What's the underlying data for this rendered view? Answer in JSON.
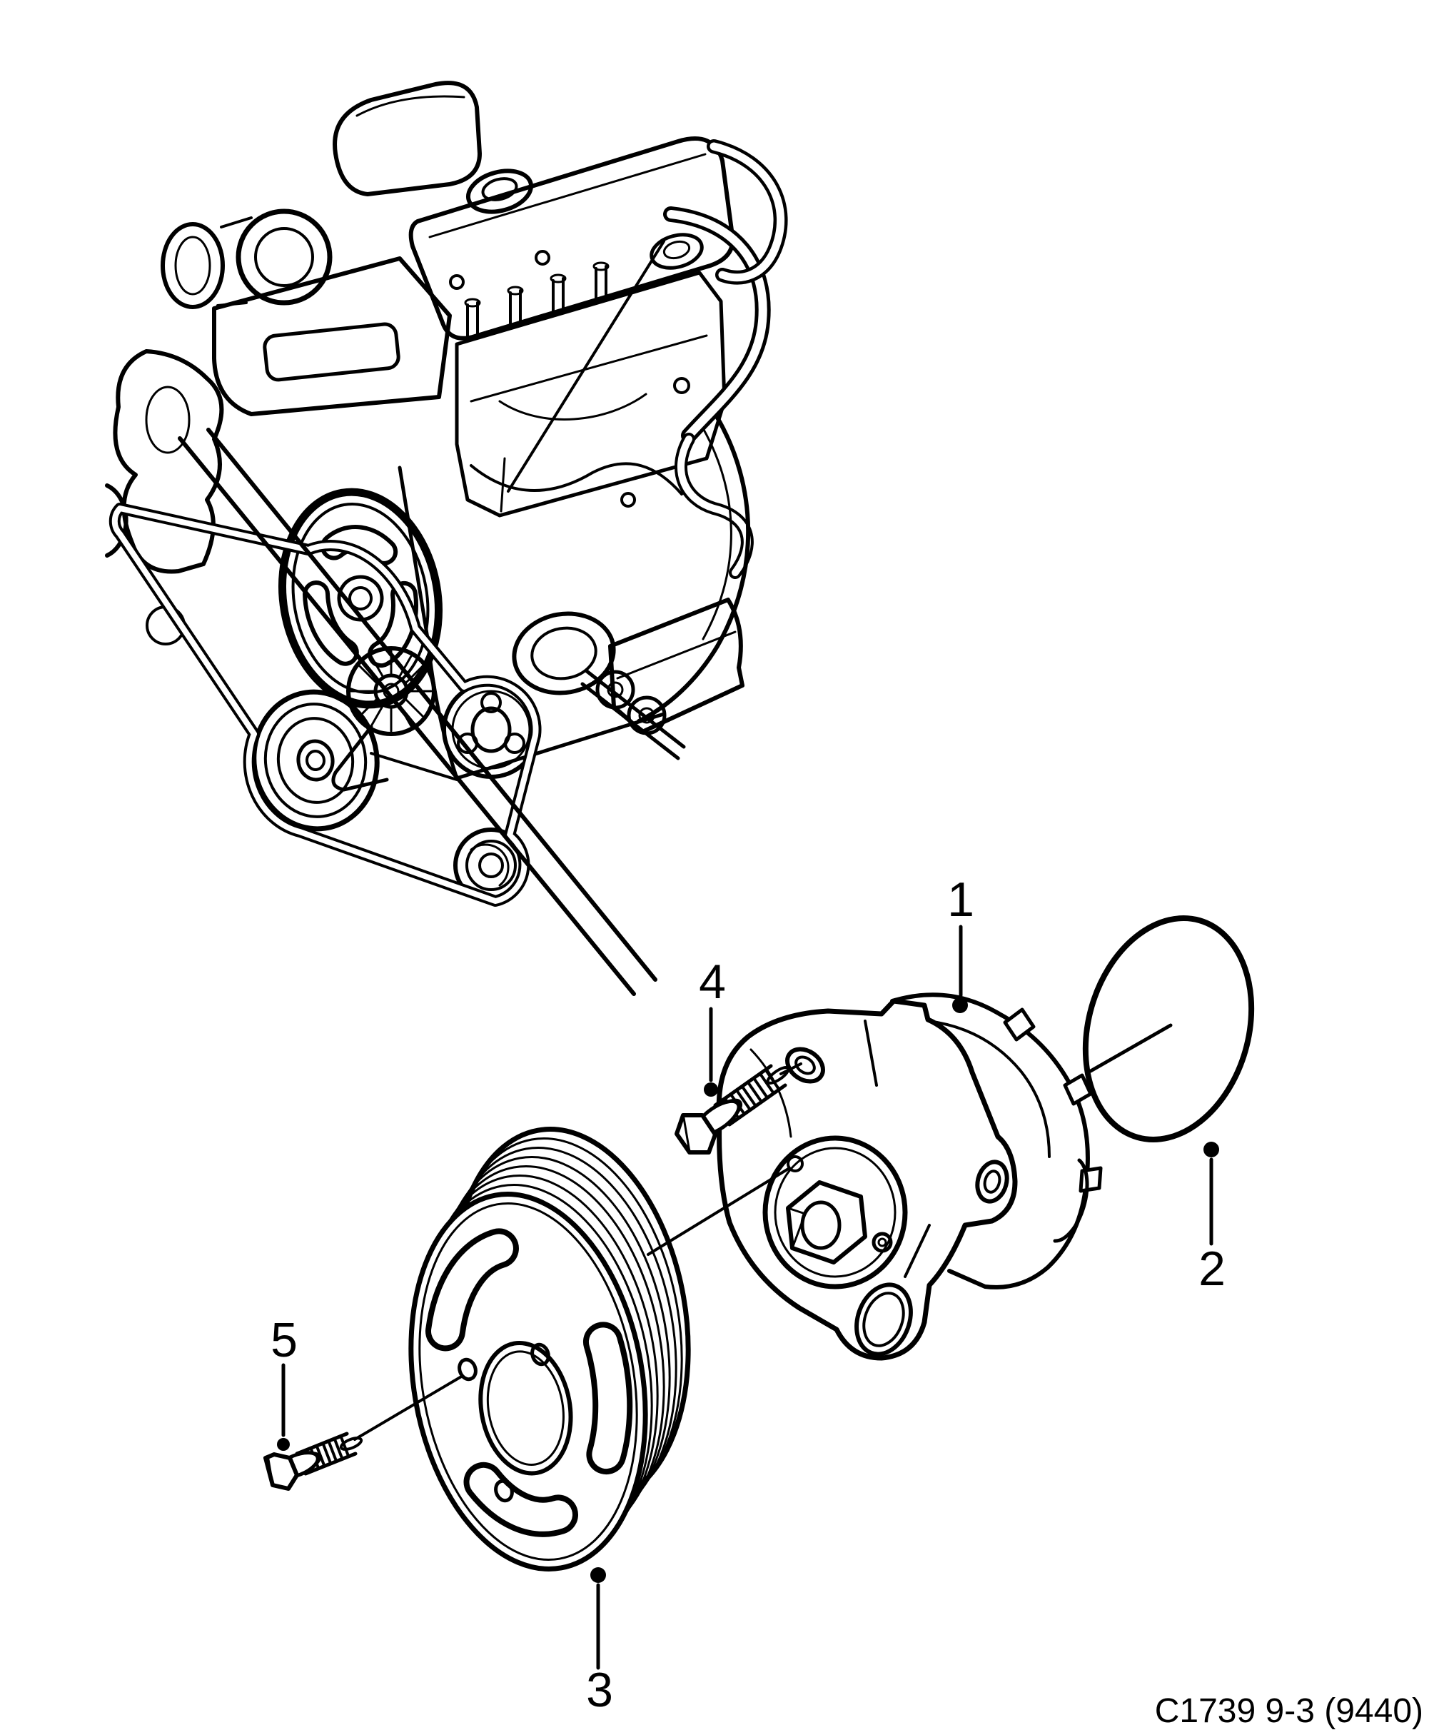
{
  "colors": {
    "ink": "#000000",
    "paper": "#ffffff"
  },
  "figure": {
    "caption": "C1739 9-3 (9440)",
    "callouts": [
      {
        "number": "1"
      },
      {
        "number": "2"
      },
      {
        "number": "3"
      },
      {
        "number": "4"
      },
      {
        "number": "5"
      }
    ]
  }
}
